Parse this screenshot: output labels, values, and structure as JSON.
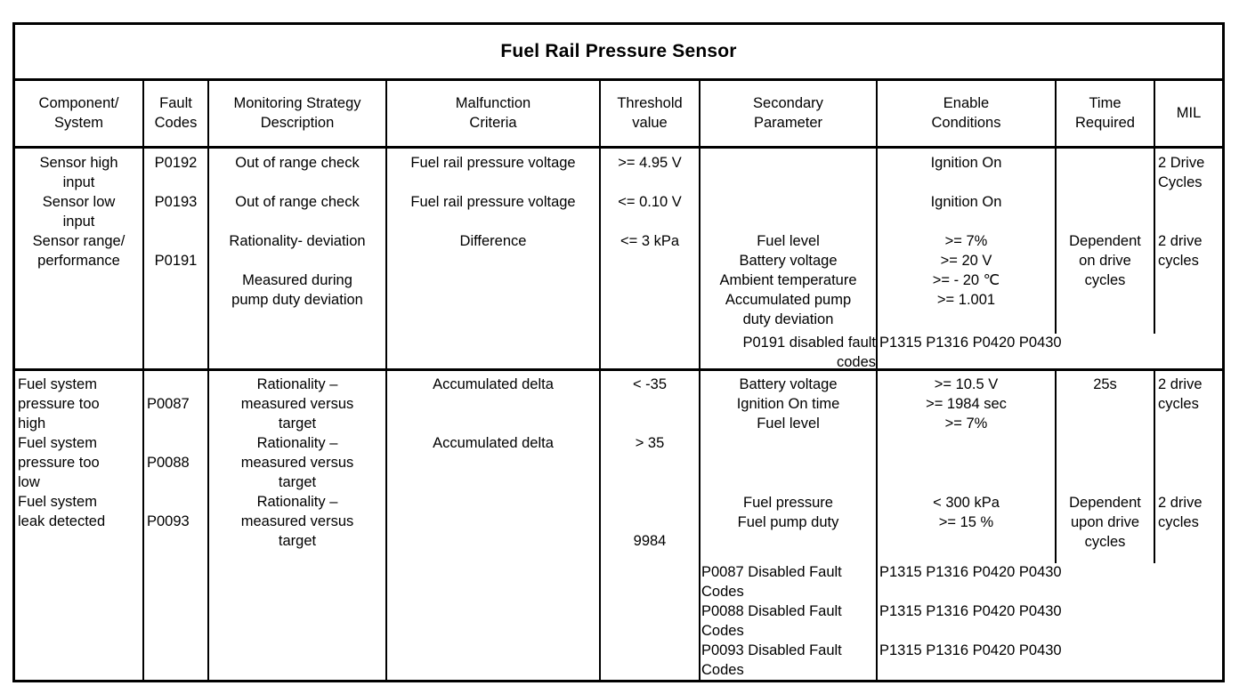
{
  "document": {
    "title": "Fuel Rail Pressure Sensor"
  },
  "table": {
    "headers": [
      {
        "line1": "Component/",
        "line2": "System"
      },
      {
        "line1": "Fault",
        "line2": "Codes"
      },
      {
        "line1": "Monitoring Strategy",
        "line2": "Description"
      },
      {
        "line1": "Malfunction",
        "line2": "Criteria"
      },
      {
        "line1": "Threshold",
        "line2": "value"
      },
      {
        "line1": "Secondary",
        "line2": "Parameter"
      },
      {
        "line1": "Enable",
        "line2": "Conditions"
      },
      {
        "line1": "Time",
        "line2": "Required"
      },
      {
        "line1": "MIL",
        "line2": ""
      }
    ],
    "groups": [
      {
        "id": "group-1",
        "component_lines": [
          "Sensor high\ninput",
          "Sensor low\ninput",
          "Sensor range/\nperformance"
        ],
        "fault_codes": [
          "P0192",
          "P0193",
          "P0191"
        ],
        "monitoring": [
          "Out of range check",
          "Out of range check",
          "Rationality- deviation",
          "Measured during\npump duty deviation"
        ],
        "malfunction": [
          "Fuel rail pressure voltage",
          "Fuel rail pressure voltage",
          "Difference"
        ],
        "threshold": [
          ">= 4.95 V",
          "<= 0.10 V",
          "<= 3 kPa"
        ],
        "secondary": [
          "Fuel level",
          "Battery voltage",
          "Ambient temperature",
          "Accumulated pump\nduty deviation"
        ],
        "enable": [
          "Ignition On",
          "Ignition On",
          ">= 7%",
          ">= 20 V",
          ">= - 20 ℃",
          ">= 1.001"
        ],
        "time_required": "Dependent\non drive\ncycles",
        "mil": [
          "2 Drive\nCycles",
          "2 drive\ncycles"
        ],
        "disabled_rows": [
          {
            "label": "P0191 disabled fault codes",
            "codes": "P1315 P1316 P0420 P0430"
          }
        ]
      },
      {
        "id": "group-2",
        "component_lines": [
          "Fuel system\npressure too\nhigh",
          "Fuel system\npressure too\nlow",
          "Fuel system\nleak detected"
        ],
        "fault_codes": [
          "P0087",
          "P0088",
          "P0093"
        ],
        "monitoring": [
          "Rationality –\nmeasured versus\ntarget",
          "Rationality –\nmeasured versus\ntarget",
          "Rationality –\nmeasured versus\ntarget"
        ],
        "malfunction": [
          "Accumulated delta",
          "Accumulated delta"
        ],
        "threshold": [
          "< -35",
          "> 35",
          "9984"
        ],
        "secondary_top": [
          "Battery voltage",
          "Ignition On time",
          "Fuel level"
        ],
        "secondary_bottom": [
          "Fuel pressure",
          "Fuel pump duty"
        ],
        "enable_top": [
          ">= 10.5 V",
          ">= 1984 sec",
          ">= 7%"
        ],
        "enable_bottom": [
          "< 300 kPa",
          ">= 15 %"
        ],
        "time_required_top": "25s",
        "time_required_bottom": "Dependent\nupon drive\ncycles",
        "mil_top": "2 drive\ncycles",
        "mil_bottom": "2 drive\ncycles",
        "disabled_rows": [
          {
            "label": "P0087 Disabled Fault\nCodes",
            "codes": "P1315 P1316 P0420 P0430"
          },
          {
            "label": "P0088 Disabled Fault\nCodes",
            "codes": "P1315 P1316 P0420 P0430"
          },
          {
            "label": "P0093 Disabled Fault\nCodes",
            "codes": "P1315 P1316 P0420 P0430"
          }
        ]
      }
    ]
  }
}
